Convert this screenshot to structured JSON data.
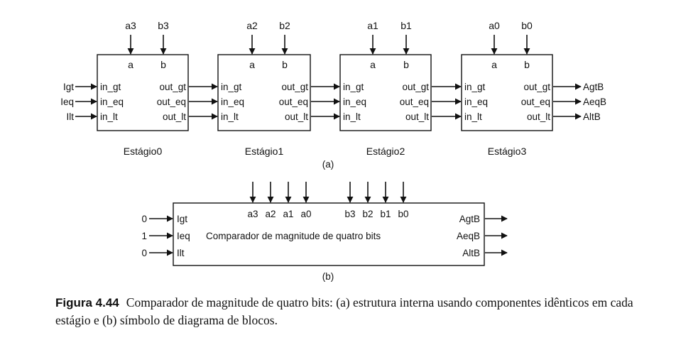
{
  "part_a": {
    "label": "(a)",
    "stages": [
      {
        "name": "Estágio0",
        "inputs_top": [
          "a3",
          "b3"
        ]
      },
      {
        "name": "Estágio1",
        "inputs_top": [
          "a2",
          "b2"
        ]
      },
      {
        "name": "Estágio2",
        "inputs_top": [
          "a1",
          "b1"
        ]
      },
      {
        "name": "Estágio3",
        "inputs_top": [
          "a0",
          "b0"
        ]
      }
    ],
    "port_a": "a",
    "port_b": "b",
    "in_ports": [
      "in_gt",
      "in_eq",
      "in_lt"
    ],
    "out_ports": [
      "out_gt",
      "out_eq",
      "out_lt"
    ],
    "left_inputs": [
      "Igt",
      "Ieq",
      "Ilt"
    ],
    "right_outputs": [
      "AgtB",
      "AeqB",
      "AltB"
    ]
  },
  "part_b": {
    "label": "(b)",
    "title": "Comparador de magnitude de quatro bits",
    "top_ports": [
      "a3",
      "a2",
      "a1",
      "a0",
      "b3",
      "b2",
      "b1",
      "b0"
    ],
    "left_ports": [
      "Igt",
      "Ieq",
      "Ilt"
    ],
    "left_values": [
      "0",
      "1",
      "0"
    ],
    "right_ports": [
      "AgtB",
      "AeqB",
      "AltB"
    ]
  },
  "caption": {
    "label": "Figura 4.44",
    "text": "Comparador de magnitude de quatro bits: (a) estrutura interna usando componentes idênticos em cada estágio e (b) símbolo de diagrama de blocos."
  }
}
